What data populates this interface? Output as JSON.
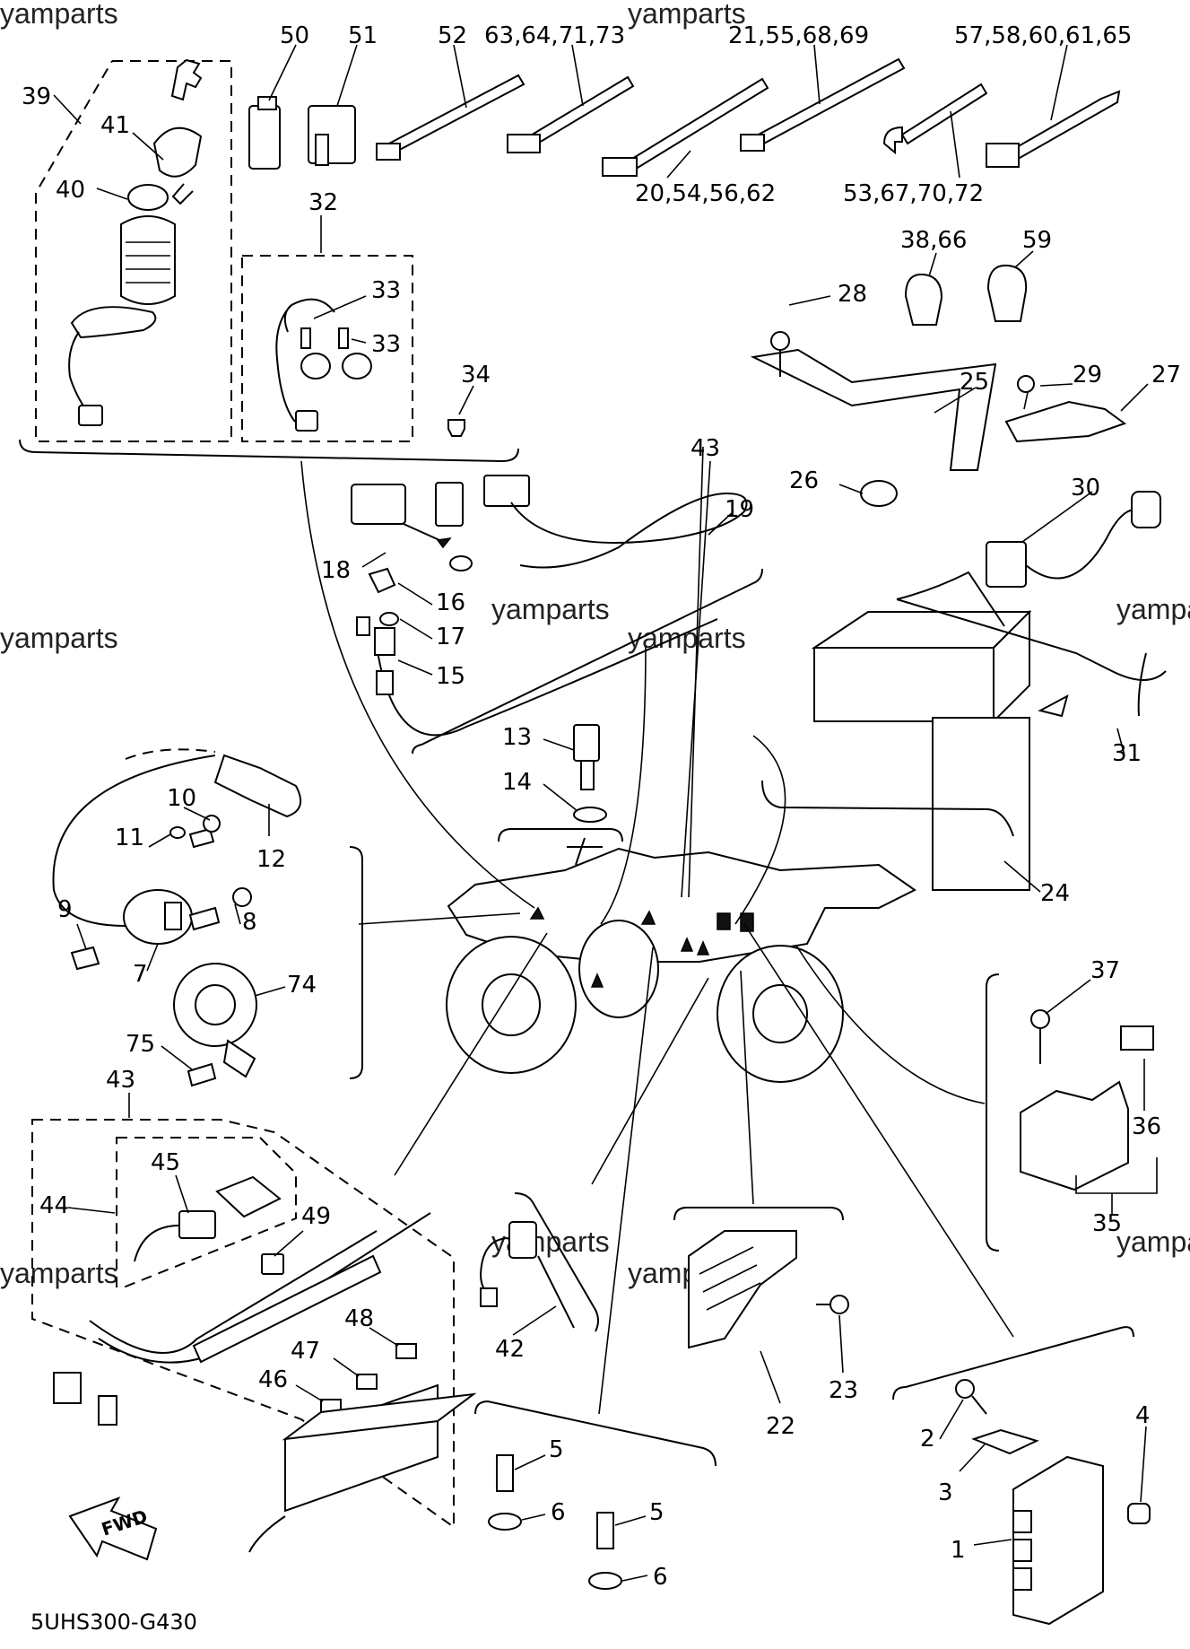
{
  "diagram": {
    "code": "5UHS300-G430",
    "watermark": "yamparts",
    "fwd_label": "FWD",
    "callouts": {
      "c1": "1",
      "c2": "2",
      "c3": "3",
      "c4": "4",
      "c5a": "5",
      "c5b": "5",
      "c6a": "6",
      "c6b": "6",
      "c7": "7",
      "c8": "8",
      "c9": "9",
      "c10": "10",
      "c11": "11",
      "c12": "12",
      "c13": "13",
      "c14": "14",
      "c15": "15",
      "c16": "16",
      "c17": "17",
      "c18": "18",
      "c19": "19",
      "c20": "20,54,56,62",
      "c21": "21,55,68,69",
      "c22": "22",
      "c23": "23",
      "c24": "24",
      "c25": "25",
      "c26": "26",
      "c27": "27",
      "c28": "28",
      "c29": "29",
      "c30": "30",
      "c31": "31",
      "c32": "32",
      "c33a": "33",
      "c33b": "33",
      "c34": "34",
      "c35": "35",
      "c36": "36",
      "c37": "37",
      "c38": "38,66",
      "c39": "39",
      "c40": "40",
      "c41": "41",
      "c42": "42",
      "c43a": "43",
      "c43b": "43",
      "c44": "44",
      "c45": "45",
      "c46": "46",
      "c47": "47",
      "c48": "48",
      "c49": "49",
      "c50": "50",
      "c51": "51",
      "c52": "52",
      "c53": "53,67,70,72",
      "c57": "57,58,60,61,65",
      "c59": "59",
      "c63": "63,64,71,73",
      "c74": "74",
      "c75": "75"
    }
  }
}
